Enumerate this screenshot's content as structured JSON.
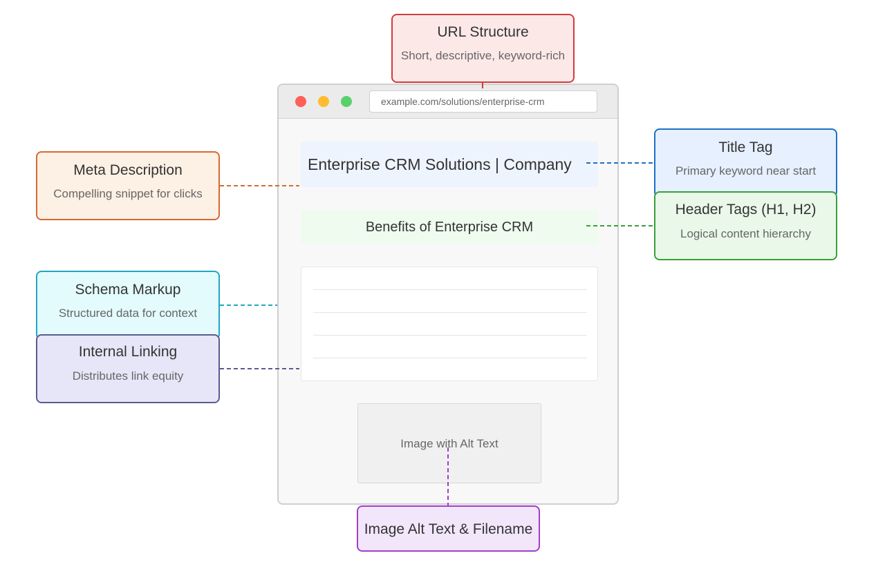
{
  "browser": {
    "url": "example.com/solutions/enterprise-crm",
    "page_title": "Enterprise CRM Solutions | Company",
    "heading": "Benefits of Enterprise CRM",
    "image_label": "Image with Alt Text"
  },
  "callouts": {
    "url_structure": {
      "title": "URL Structure",
      "subtitle": "Short, descriptive, keyword-rich",
      "color": "#d33a3a"
    },
    "meta_description": {
      "title": "Meta Description",
      "subtitle": "Compelling snippet for clicks",
      "color": "#d46a30"
    },
    "title_tag": {
      "title": "Title Tag",
      "subtitle": "Primary keyword near start",
      "color": "#1f6fc4"
    },
    "header_tags": {
      "title": "Header Tags (H1, H2)",
      "subtitle": "Logical content hierarchy",
      "color": "#3a9f3a"
    },
    "schema_markup": {
      "title": "Schema Markup",
      "subtitle": "Structured data for context",
      "color": "#1fa7c0"
    },
    "internal_linking": {
      "title": "Internal Linking",
      "subtitle": "Distributes link equity",
      "color": "#5a5a90"
    },
    "image_alt": {
      "title": "Image Alt Text & Filename",
      "color": "#a23dc9"
    }
  }
}
